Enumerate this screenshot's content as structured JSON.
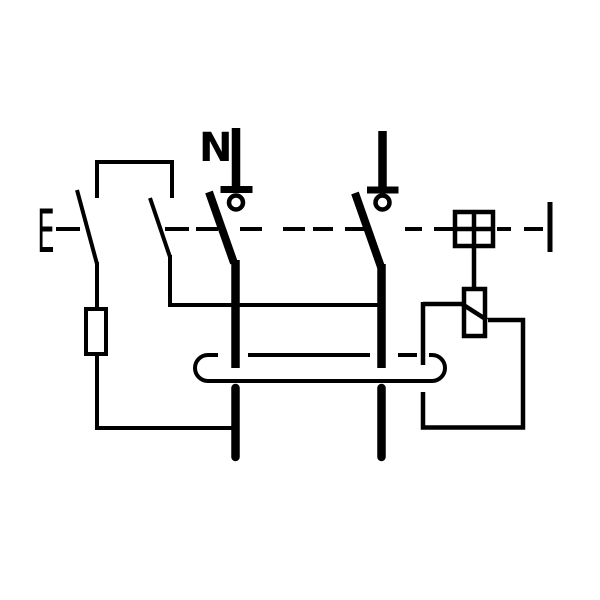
{
  "diagram": {
    "description": "Wiring schematic of a two-pole residual current device (RCD) with toroidal current transformer, trip relay, mechanism and test circuit",
    "labels": {
      "neutral_pole": "N",
      "operator": "E"
    },
    "colors": {
      "line": "#000000",
      "background": "#ffffff"
    },
    "components": {
      "pole_neutral": "neutral pole with supply clamp, fixed contact and switch blade",
      "pole_line": "line pole with supply clamp, fixed contact and switch blade",
      "linkage": "dashed mechanical linkage line",
      "mechanism": "latching mechanism box (square with cross)",
      "trip_relay": "trip relay (rectangle with diagonal)",
      "toroid": "toroidal current transformer (stadium shape around conductors)",
      "test_resistor": "test-circuit resistor",
      "end_stop": "linkage end stop bar"
    }
  }
}
